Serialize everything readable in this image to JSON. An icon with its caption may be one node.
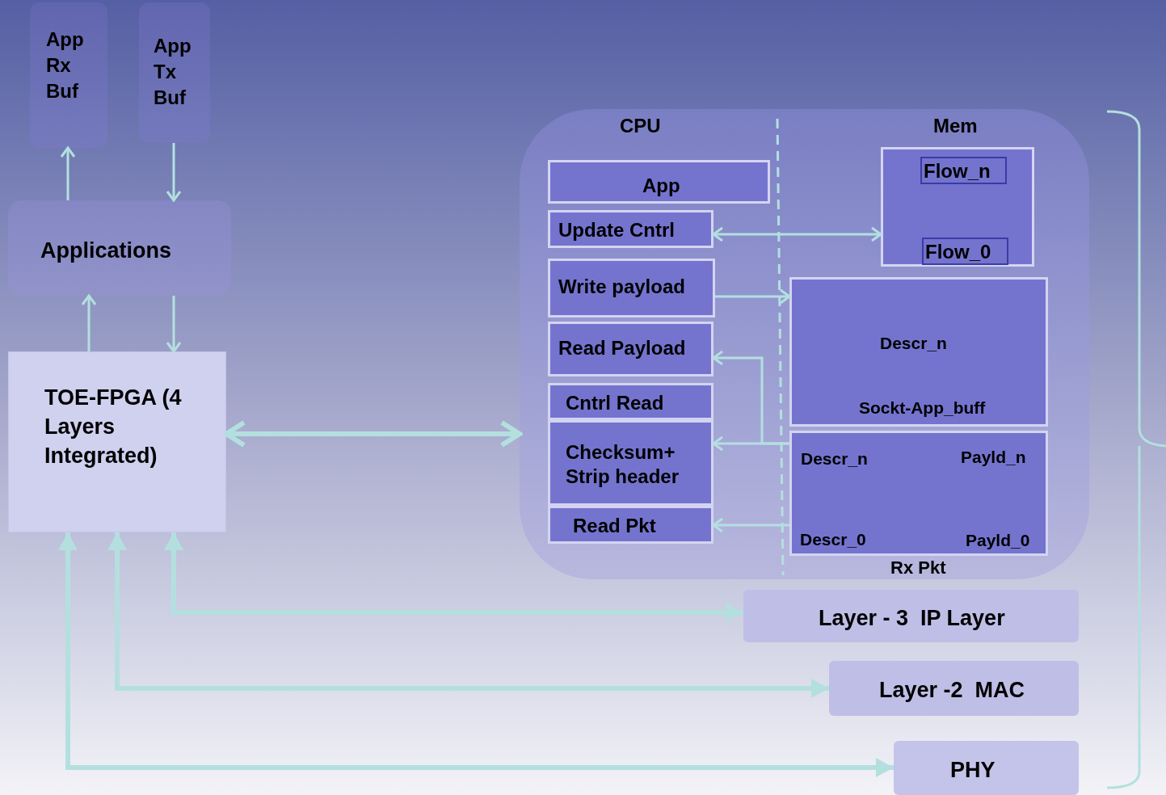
{
  "diagram": {
    "nodes": [
      {
        "text": [
          "App Rx Buf"
        ]
      },
      {
        "text": [
          "App Tx Buf"
        ]
      },
      {
        "text": [
          "Applications"
        ]
      },
      {
        "text": [
          "TOE-FPGA (4 Layers Integrated)"
        ]
      },
      {
        "text": [
          "CPU",
          "Mem"
        ]
      },
      {
        "text": [
          "App"
        ],
        "in": 4
      },
      {
        "text": [
          "Update Cntrl"
        ],
        "in": 4
      },
      {
        "text": [
          "Write payload"
        ],
        "in": 4
      },
      {
        "text": [
          "Read Payload"
        ],
        "in": 4
      },
      {
        "text": [
          "Cntrl Read"
        ],
        "in": 4
      },
      {
        "text": [
          "Checksum+ Strip header"
        ],
        "in": 4
      },
      {
        "text": [
          "Read Pkt"
        ],
        "in": 4
      },
      {
        "text": [],
        "shape": "box",
        "in": 4
      },
      {
        "text": [
          "Flow_n"
        ],
        "in": 12
      },
      {
        "text": [
          "Flow_0"
        ],
        "in": 12
      },
      {
        "text": [
          "Descr_n",
          "Sockt-App_buff"
        ],
        "in": 4
      },
      {
        "text": [
          "Descr_n",
          "Payld_n",
          "Descr_0",
          "Payld_0"
        ],
        "in": 4,
        "beside": [
          "Rx Pkt"
        ]
      },
      {
        "text": [
          "Layer - 3  IP Layer"
        ]
      },
      {
        "text": [
          "Layer -2  MAC"
        ]
      },
      {
        "text": [
          "PHY"
        ]
      }
    ],
    "edges": [
      {
        "from": 2,
        "to": 0,
        "arrow": "to"
      },
      {
        "from": 1,
        "to": 2,
        "arrow": "to"
      },
      {
        "from": 3,
        "to": 2,
        "arrow": "to"
      },
      {
        "from": 2,
        "to": 3,
        "arrow": "to"
      },
      {
        "from": 3,
        "to": 4,
        "arrow": "both",
        "style": "thick"
      },
      {
        "from": 6,
        "to": 12,
        "arrow": "both"
      },
      {
        "from": 7,
        "to": 15,
        "arrow": "to"
      },
      {
        "from": 16,
        "to": 8,
        "arrow": "to"
      },
      {
        "from": 16,
        "to": 10,
        "arrow": "to"
      },
      {
        "from": 16,
        "to": 11,
        "arrow": "to"
      },
      {
        "from": 17,
        "to": 3,
        "arrow": "both",
        "style": "thick"
      },
      {
        "from": 18,
        "to": 3,
        "arrow": "both",
        "style": "thick"
      },
      {
        "from": 19,
        "to": 3,
        "arrow": "both",
        "style": "thick"
      }
    ]
  }
}
